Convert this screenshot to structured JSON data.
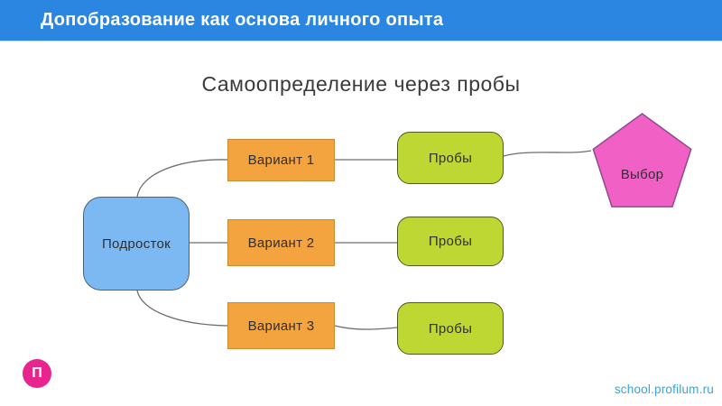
{
  "header": {
    "title": "Допобразование как основа личного опыта",
    "bg_color": "#2B86E2",
    "text_color": "#FFFFFF"
  },
  "slide": {
    "title": "Самоопределение через пробы"
  },
  "diagram": {
    "nodes": [
      {
        "id": "podrostok",
        "label": "Подросток",
        "shape": "rounded-rect",
        "fill": "#7CB9F2"
      },
      {
        "id": "variant1",
        "label": "Вариант 1",
        "shape": "rect",
        "fill": "#F4A43F"
      },
      {
        "id": "variant2",
        "label": "Вариант 2",
        "shape": "rect",
        "fill": "#F4A43F"
      },
      {
        "id": "variant3",
        "label": "Вариант 3",
        "shape": "rect",
        "fill": "#F4A43F"
      },
      {
        "id": "proby1",
        "label": "Пробы",
        "shape": "rounded-rect",
        "fill": "#BFD733"
      },
      {
        "id": "proby2",
        "label": "Пробы",
        "shape": "rounded-rect",
        "fill": "#BFD733"
      },
      {
        "id": "proby3",
        "label": "Пробы",
        "shape": "rounded-rect",
        "fill": "#BFD733"
      },
      {
        "id": "vybor",
        "label": "Выбор",
        "shape": "pentagon",
        "fill": "#F161C5"
      }
    ],
    "edges": [
      {
        "from": "podrostok",
        "to": "variant1"
      },
      {
        "from": "podrostok",
        "to": "variant2"
      },
      {
        "from": "podrostok",
        "to": "variant3"
      },
      {
        "from": "variant1",
        "to": "proby1"
      },
      {
        "from": "variant2",
        "to": "proby2"
      },
      {
        "from": "variant3",
        "to": "proby3"
      },
      {
        "from": "proby1",
        "to": "vybor"
      }
    ],
    "edge_color": "#6E6E6E"
  },
  "footer": {
    "logo_letter": "П",
    "logo_color": "#E8258F",
    "link": "school.profilum.ru",
    "link_color": "#3CA2D8"
  }
}
